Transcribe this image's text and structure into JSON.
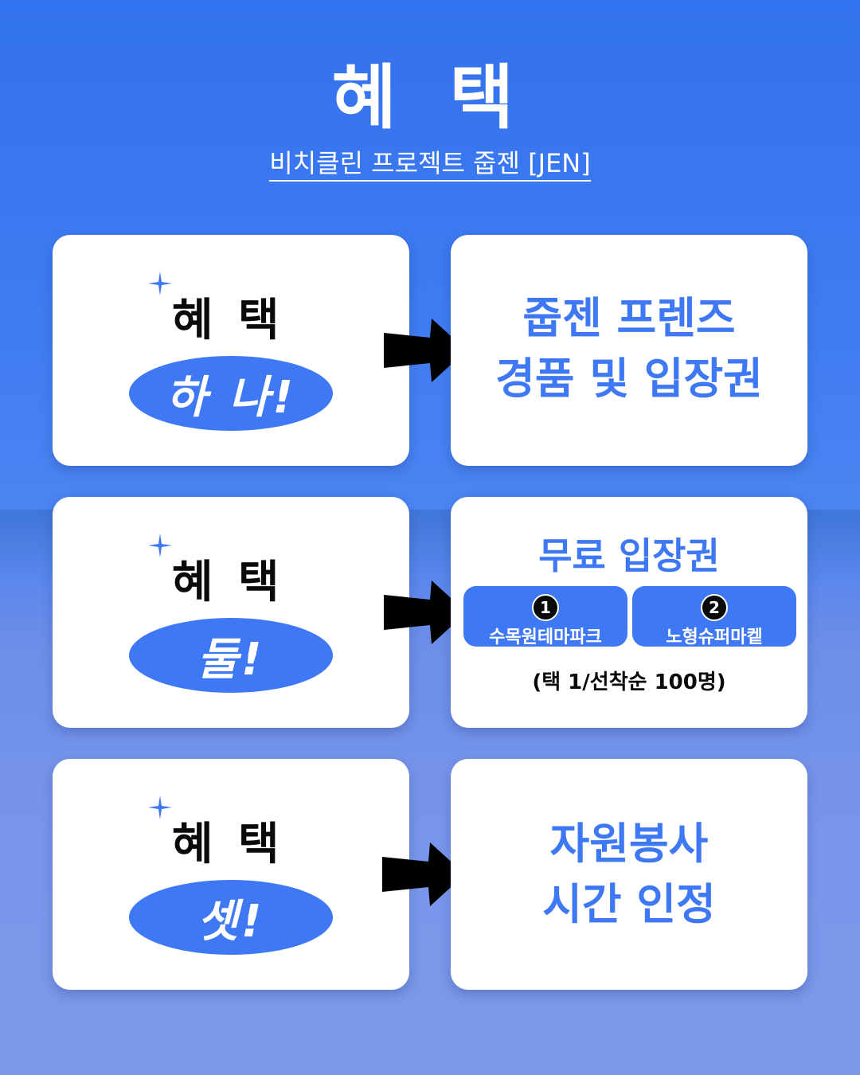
{
  "header": {
    "title": "혜 택",
    "subtitle": "비치클린 프로젝트 줍젠 [JEN]"
  },
  "benefits": [
    {
      "label": "혜 택",
      "number": "하 나!",
      "reward_lines": [
        "줍젠 프렌즈",
        "경품 및 입장권"
      ]
    },
    {
      "label": "혜 택",
      "number": "둘!",
      "reward_title": "무료 입장권",
      "options": [
        {
          "num": "1",
          "name": "수목원테마파크"
        },
        {
          "num": "2",
          "name": "노형슈퍼마켙"
        }
      ],
      "note": "(택 1/선착순 100명)"
    },
    {
      "label": "혜 택",
      "number": "셋!",
      "reward_lines": [
        "자원봉사",
        "시간 인정"
      ]
    }
  ],
  "colors": {
    "accent": "#3f78f4",
    "card": "#ffffff",
    "text_dark": "#0a0a0a",
    "background_top": "#3372ee",
    "background_bottom": "#7c98ea"
  },
  "icons": [
    "sparkle-icon",
    "arrow-right-icon"
  ]
}
